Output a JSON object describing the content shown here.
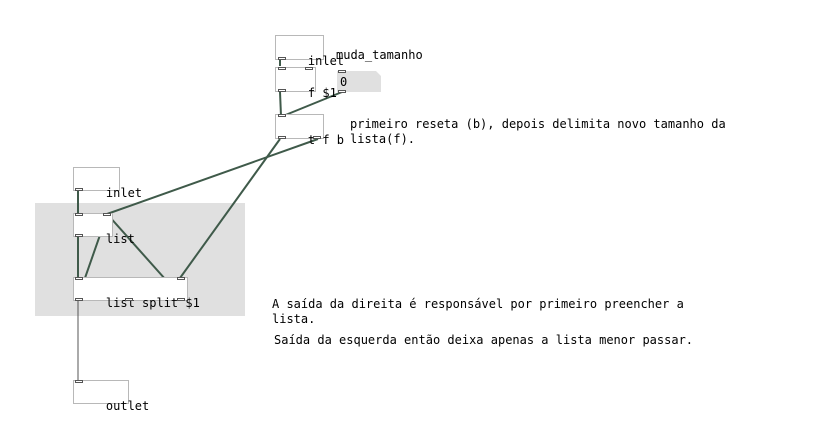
{
  "objects": {
    "inlet_top": "inlet",
    "f_obj": "f $1",
    "number_box": "0",
    "trigger": "t f b",
    "inlet_left": "inlet",
    "list_obj": "list",
    "list_split": "list split $1",
    "outlet": "outlet"
  },
  "labels": {
    "number_label": "muda_tamanho"
  },
  "comments": {
    "trigger_comment_line1": "primeiro reseta (b), depois delimita novo tamanho da",
    "trigger_comment_line2": "lista(f).",
    "right_outlet_line1": "A saída da direita é responsável por primeiro preencher a",
    "right_outlet_line2": "lista.",
    "left_outlet": "Saída da esquerda então deixa apenas a lista menor passar."
  }
}
